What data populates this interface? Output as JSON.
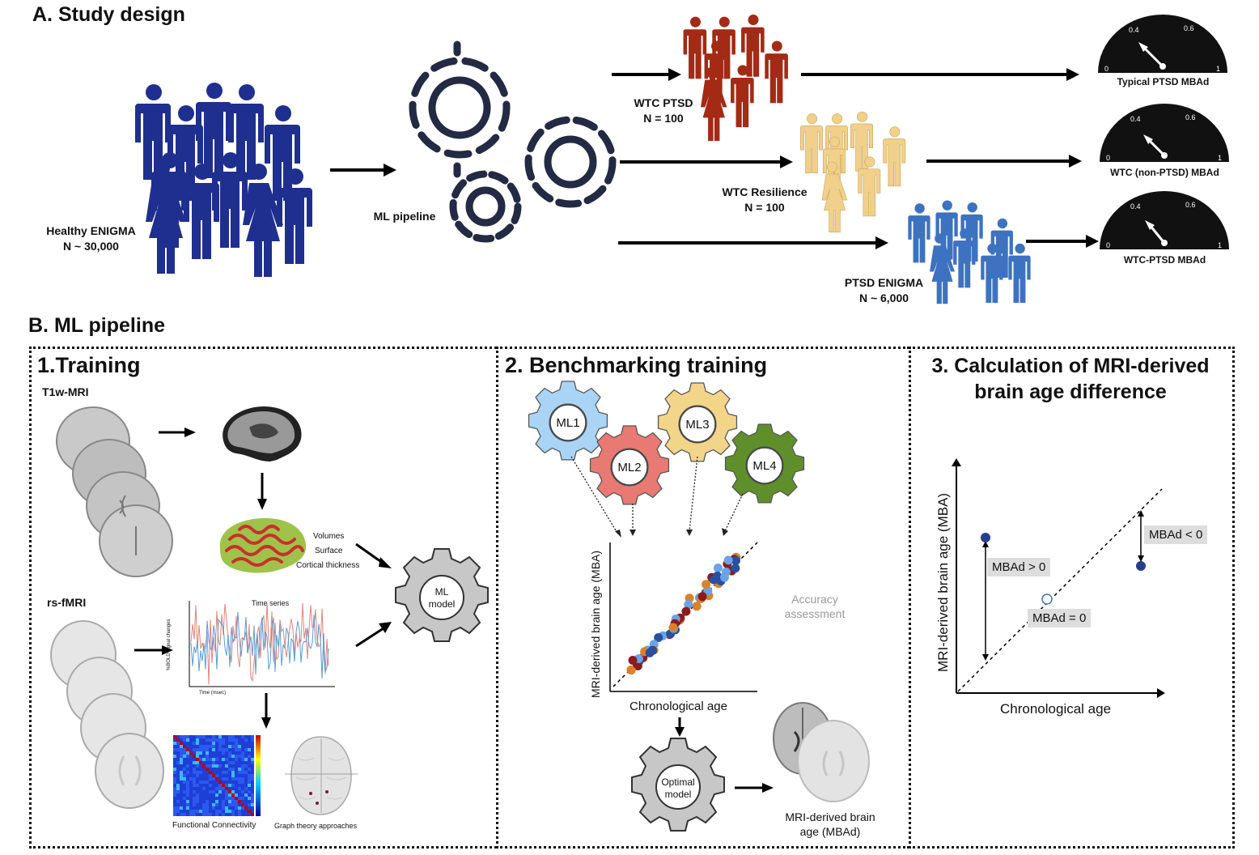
{
  "section_a": {
    "title": "A. Study design",
    "healthy": {
      "name": "Healthy ENIGMA",
      "n": "N ~ 30,000"
    },
    "ml_pipeline": "ML pipeline",
    "wtc_ptsd": {
      "name": "WTC PTSD",
      "n": "N = 100"
    },
    "wtc_resilience": {
      "name": "WTC Resilience",
      "n": "N = 100"
    },
    "ptsd_enigma": {
      "name": "PTSD ENIGMA",
      "n": "N ~ 6,000"
    },
    "gauges": [
      {
        "label": "Typical PTSD MBAd",
        "ticks": [
          "0.4",
          "0.6",
          "0",
          "1"
        ]
      },
      {
        "label": "WTC (non-PTSD) MBAd",
        "ticks": [
          "0.4",
          "0.6",
          "0",
          "1"
        ]
      },
      {
        "label": "WTC-PTSD MBAd",
        "ticks": [
          "0.4",
          "0.6",
          "0",
          "1"
        ]
      }
    ],
    "colors": {
      "healthy": "#1f2f8f",
      "wtc_ptsd": "#a32a15",
      "wtc_res": "#f0d08a",
      "ptsd_enigma": "#3d72c0",
      "gear": "#222a44"
    }
  },
  "section_b": {
    "title": "B. ML pipeline",
    "panel1": {
      "title": "1.Training",
      "t1w": "T1w-MRI",
      "rs": "rs-fMRI",
      "features": [
        "Volumes",
        "Surface",
        "Cortical thickness"
      ],
      "time_series": "Time series",
      "ts_ylabel": "%BOLD signal changes",
      "ts_xlabel": "Time (msec)",
      "fc": "Functional Connectivity",
      "graph": "Graph theory approaches",
      "ml_model": [
        "ML",
        "model"
      ]
    },
    "panel2": {
      "title": "2. Benchmarking training",
      "gears": [
        {
          "label": "ML1",
          "color": "#a9d4f5"
        },
        {
          "label": "ML2",
          "color": "#e87a73"
        },
        {
          "label": "ML3",
          "color": "#f3d58a"
        },
        {
          "label": "ML4",
          "color": "#5f8f2a"
        }
      ],
      "ylabel": "MRI-derived brain age (MBA)",
      "xlabel": "Chronological age",
      "accuracy": [
        "Accuracy",
        "assessment"
      ],
      "optimal": [
        "Optimal",
        "model"
      ],
      "output": [
        "MRI-derived brain",
        "age (MBAd)"
      ]
    },
    "panel3": {
      "title_line1": "3. Calculation of MRI-derived",
      "title_line2": "brain age difference",
      "ylabel": "MRI-derived brain age (MBA)",
      "xlabel": "Chronological age",
      "tags": [
        "MBAd > 0",
        "MBAd = 0",
        "MBAd < 0"
      ]
    }
  }
}
